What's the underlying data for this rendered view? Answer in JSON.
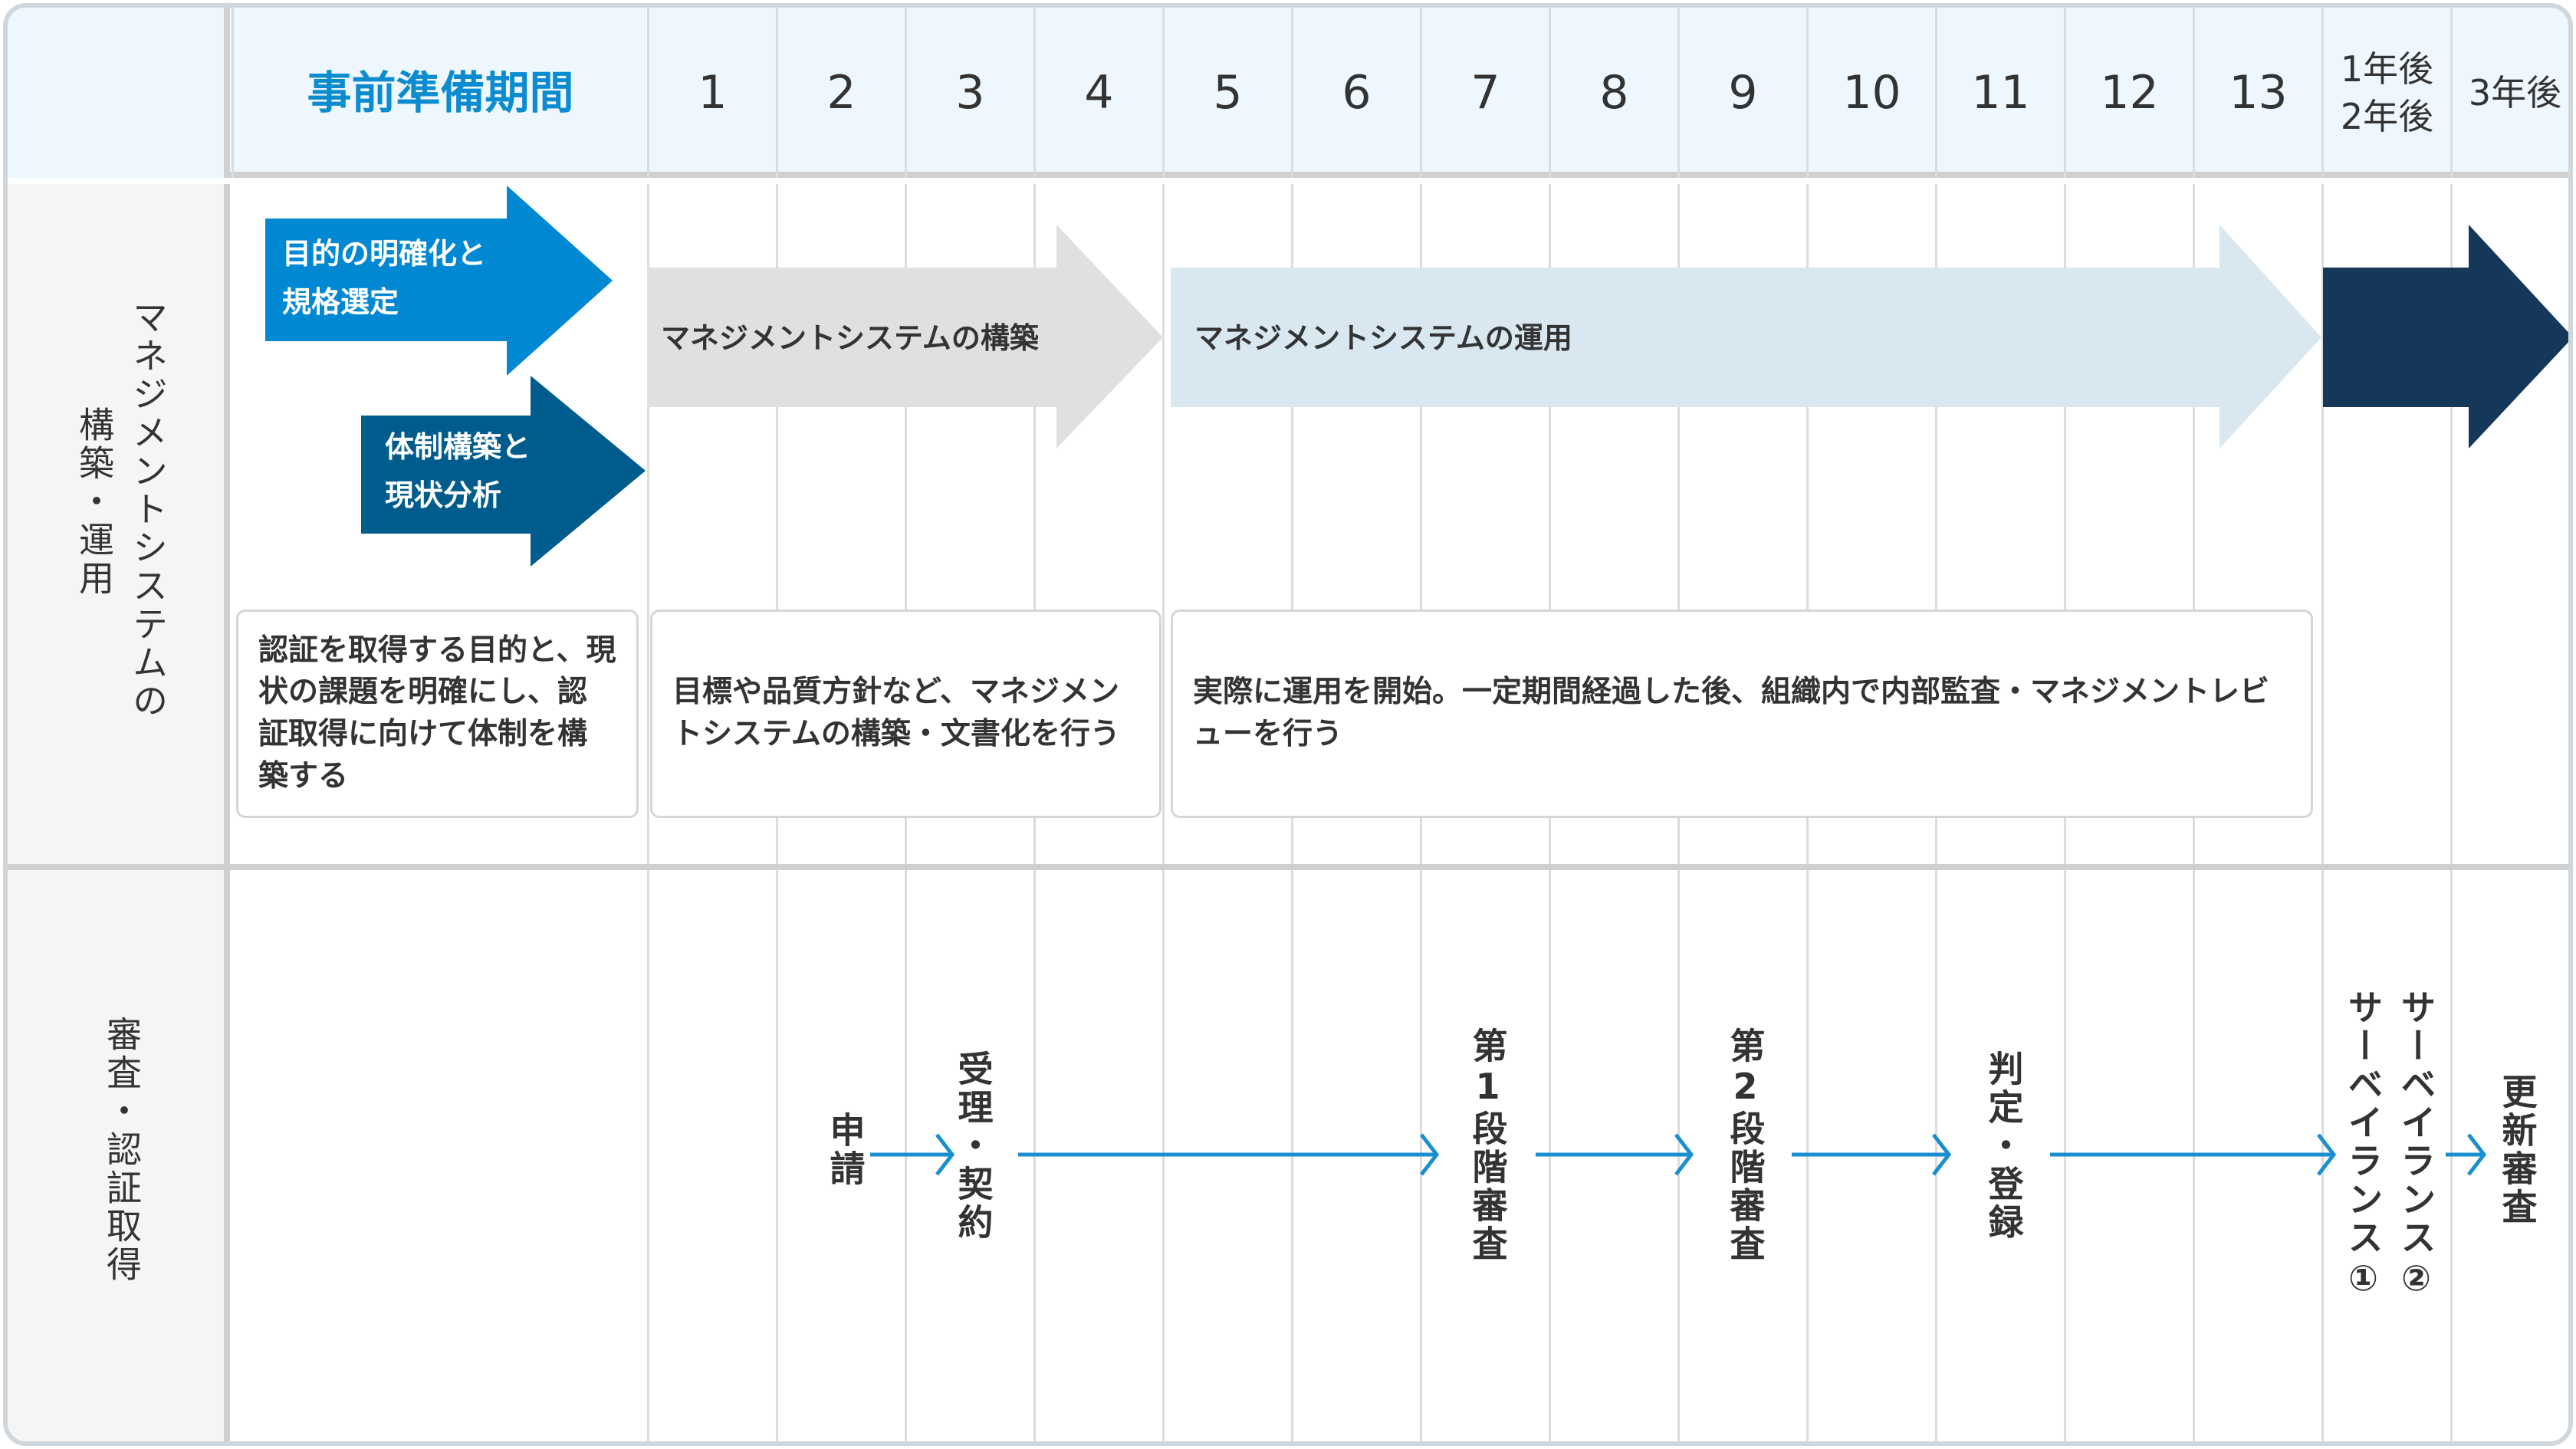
{
  "header": {
    "pre_period": "事前準備期間",
    "months": [
      "1",
      "2",
      "3",
      "4",
      "5",
      "6",
      "7",
      "8",
      "9",
      "10",
      "11",
      "12",
      "13"
    ],
    "after_1": "1年後",
    "after_2": "2年後",
    "after_3": "3年後"
  },
  "rows": {
    "build": {
      "label_line1": "マネジメントシステムの",
      "label_line2": "構築・運用"
    },
    "audit": {
      "label": "審査・認証取得"
    }
  },
  "arrows": {
    "purpose": {
      "line1": "目的の明確化と",
      "line2": "規格選定",
      "color": "#0088d2"
    },
    "structure": {
      "line1": "体制構築と",
      "line2": "現状分析",
      "color": "#005c8d"
    },
    "build": {
      "label": "マネジメントシステムの構築",
      "color": "#e0e0e0"
    },
    "operate": {
      "label": "マネジメントシステムの運用",
      "color": "#d8e7f0"
    },
    "continue": {
      "color": "#14375a"
    }
  },
  "descriptions": [
    "認証を取得する目的と、現状の課題を明確にし、認証取得に向けて体制を構築する",
    "目標や品質方針など、マネジメントシステムの構築・文書化を行う",
    "実際に運用を開始。一定期間経過した後、組織内で内部監査・マネジメントレビューを行う"
  ],
  "flow": [
    "申請",
    "受理・契約",
    "第1段階審査",
    "第2段階審査",
    "判定・登録",
    "サーベイランス①",
    "サーベイランス②",
    "更新審査"
  ],
  "colors": {
    "accent": "#0b8bd0",
    "flow_arrow": "#1a8fd0"
  }
}
